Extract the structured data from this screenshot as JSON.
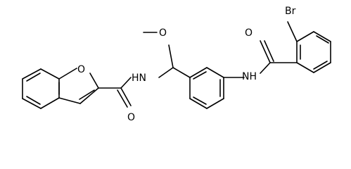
{
  "structure": {
    "labels": {
      "bromine": "Br",
      "methoxy_oxygen": "O",
      "amide_oxygen_right": "O",
      "amide_nitrogen_right": "NH",
      "amide_nitrogen_left": "HN",
      "furan_oxygen": "O",
      "amide_oxygen_left": "O"
    }
  }
}
